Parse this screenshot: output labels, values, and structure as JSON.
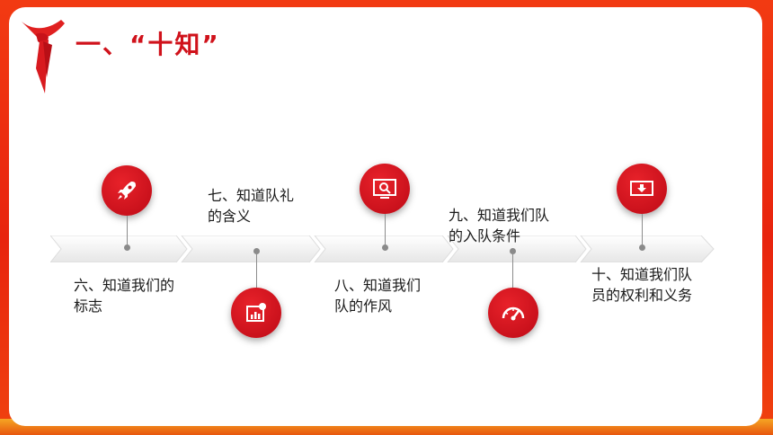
{
  "title": "一、“十知”",
  "items": [
    {
      "line1": "六、知道我们的",
      "line2": "标志",
      "icon": "rocket-icon"
    },
    {
      "line1": "七、知道队礼",
      "line2": "的含义",
      "icon": "chart-report-icon"
    },
    {
      "line1": "八、知道我们",
      "line2": "队的作风",
      "icon": "magnifier-screen-icon"
    },
    {
      "line1": "九、知道我们队",
      "line2": "的入队条件",
      "icon": "speedometer-icon"
    },
    {
      "line1": "十、知道我们队",
      "line2": "员的权利和义务",
      "icon": "monitor-download-icon"
    }
  ],
  "colors": {
    "accent": "#d0121b",
    "frame": "#e8240e"
  }
}
